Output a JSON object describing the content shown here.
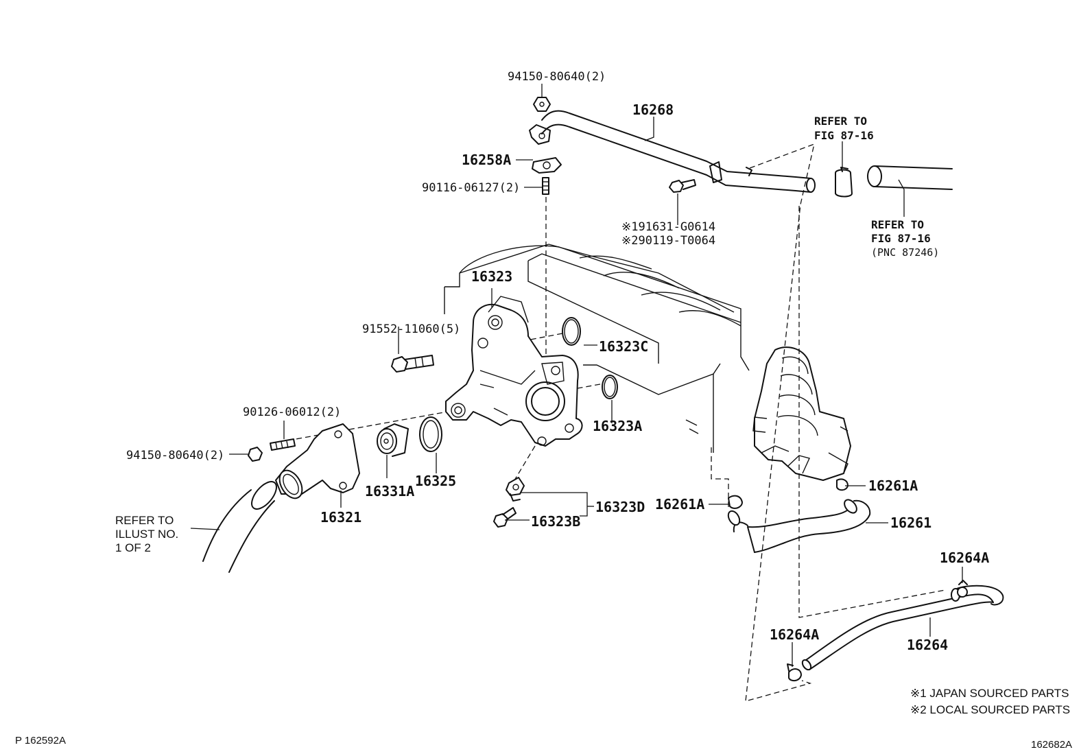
{
  "labels": {
    "p94150_top": "94150-80640(2)",
    "p16268": "16268",
    "refer_top_1": "REFER TO",
    "refer_top_2": "FIG 87-16",
    "p16258a": "16258A",
    "p90116": "90116-06127(2)",
    "note_191631": "※191631-G0614",
    "note_290119": "※290119-T0064",
    "refer_right_1": "REFER TO",
    "refer_right_2": "FIG 87-16",
    "refer_right_3": "(PNC 87246)",
    "p16323": "16323",
    "p91552": "91552-11060(5)",
    "p16323c": "16323C",
    "p90126": "90126-06012(2)",
    "p16323a": "16323A",
    "p94150_left": "94150-80640(2)",
    "p16325": "16325",
    "p16331a": "16331A",
    "p16261a_right": "16261A",
    "p16323d": "16323D",
    "p16261a_left": "16261A",
    "p16321": "16321",
    "p16323b": "16323B",
    "p16261": "16261",
    "refer_left_1": "REFER TO",
    "refer_left_2": "ILLUST NO.",
    "refer_left_3": "1 OF 2",
    "p16264a_right": "16264A",
    "p16264a_left": "16264A",
    "p16264": "16264",
    "legend_1": "※1 JAPAN SOURCED PARTS",
    "legend_2": "※2 LOCAL SOURCED PARTS",
    "code_left": "P 162592A",
    "code_right": "162682A"
  },
  "icons": [
    "hex-nut-icon",
    "bolt-icon",
    "stud-icon",
    "o-ring-icon",
    "hose-clamp-icon",
    "thermostat-icon",
    "gasket-icon"
  ]
}
